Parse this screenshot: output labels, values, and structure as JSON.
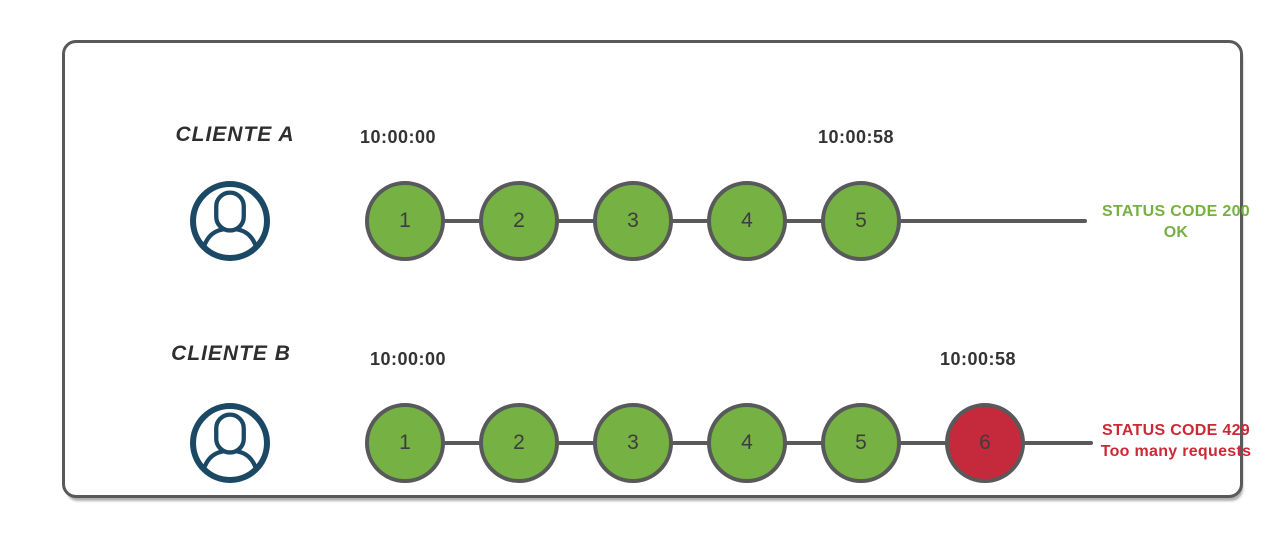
{
  "colors": {
    "canvas_bg": "#ffffff",
    "frame_border": "#58595b",
    "connector": "#5a5a5a",
    "circle_border": "#58595b",
    "ok_fill": "#76b143",
    "blocked_fill": "#c42a3b",
    "ok_text": "#76b041",
    "blocked_text": "#cc2936",
    "avatar_stroke": "#1b4864",
    "label_text": "#2e2e2e",
    "timestamp_text": "#333333",
    "number_text": "#3d3d3d"
  },
  "icons": {
    "avatar": "user-avatar-icon"
  },
  "clients": [
    {
      "name": "CLIENTE A",
      "start_time": "10:00:00",
      "end_time": "10:00:58",
      "requests": [
        {
          "label": "1",
          "state": "ok"
        },
        {
          "label": "2",
          "state": "ok"
        },
        {
          "label": "3",
          "state": "ok"
        },
        {
          "label": "4",
          "state": "ok"
        },
        {
          "label": "5",
          "state": "ok"
        }
      ],
      "status": {
        "line1": "STATUS CODE 200",
        "line2": "OK",
        "state": "ok"
      }
    },
    {
      "name": "CLIENTE B",
      "start_time": "10:00:00",
      "end_time": "10:00:58",
      "requests": [
        {
          "label": "1",
          "state": "ok"
        },
        {
          "label": "2",
          "state": "ok"
        },
        {
          "label": "3",
          "state": "ok"
        },
        {
          "label": "4",
          "state": "ok"
        },
        {
          "label": "5",
          "state": "ok"
        },
        {
          "label": "6",
          "state": "blocked"
        }
      ],
      "status": {
        "line1": "STATUS CODE 429",
        "line2": "Too many requests",
        "state": "blocked"
      }
    }
  ]
}
